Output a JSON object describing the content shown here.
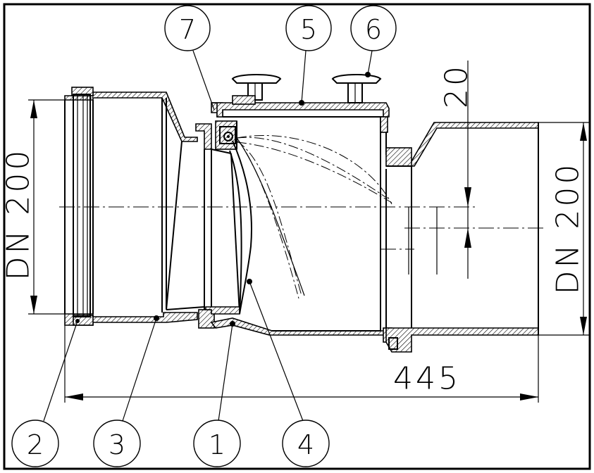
{
  "dimensions": {
    "inlet_diameter": "DN 200",
    "outlet_diameter": "DN 200",
    "overall_length": "445",
    "drop_height": "20"
  },
  "callouts": [
    {
      "number": "7"
    },
    {
      "number": "5"
    },
    {
      "number": "6"
    },
    {
      "number": "2"
    },
    {
      "number": "3"
    },
    {
      "number": "1"
    },
    {
      "number": "4"
    }
  ]
}
